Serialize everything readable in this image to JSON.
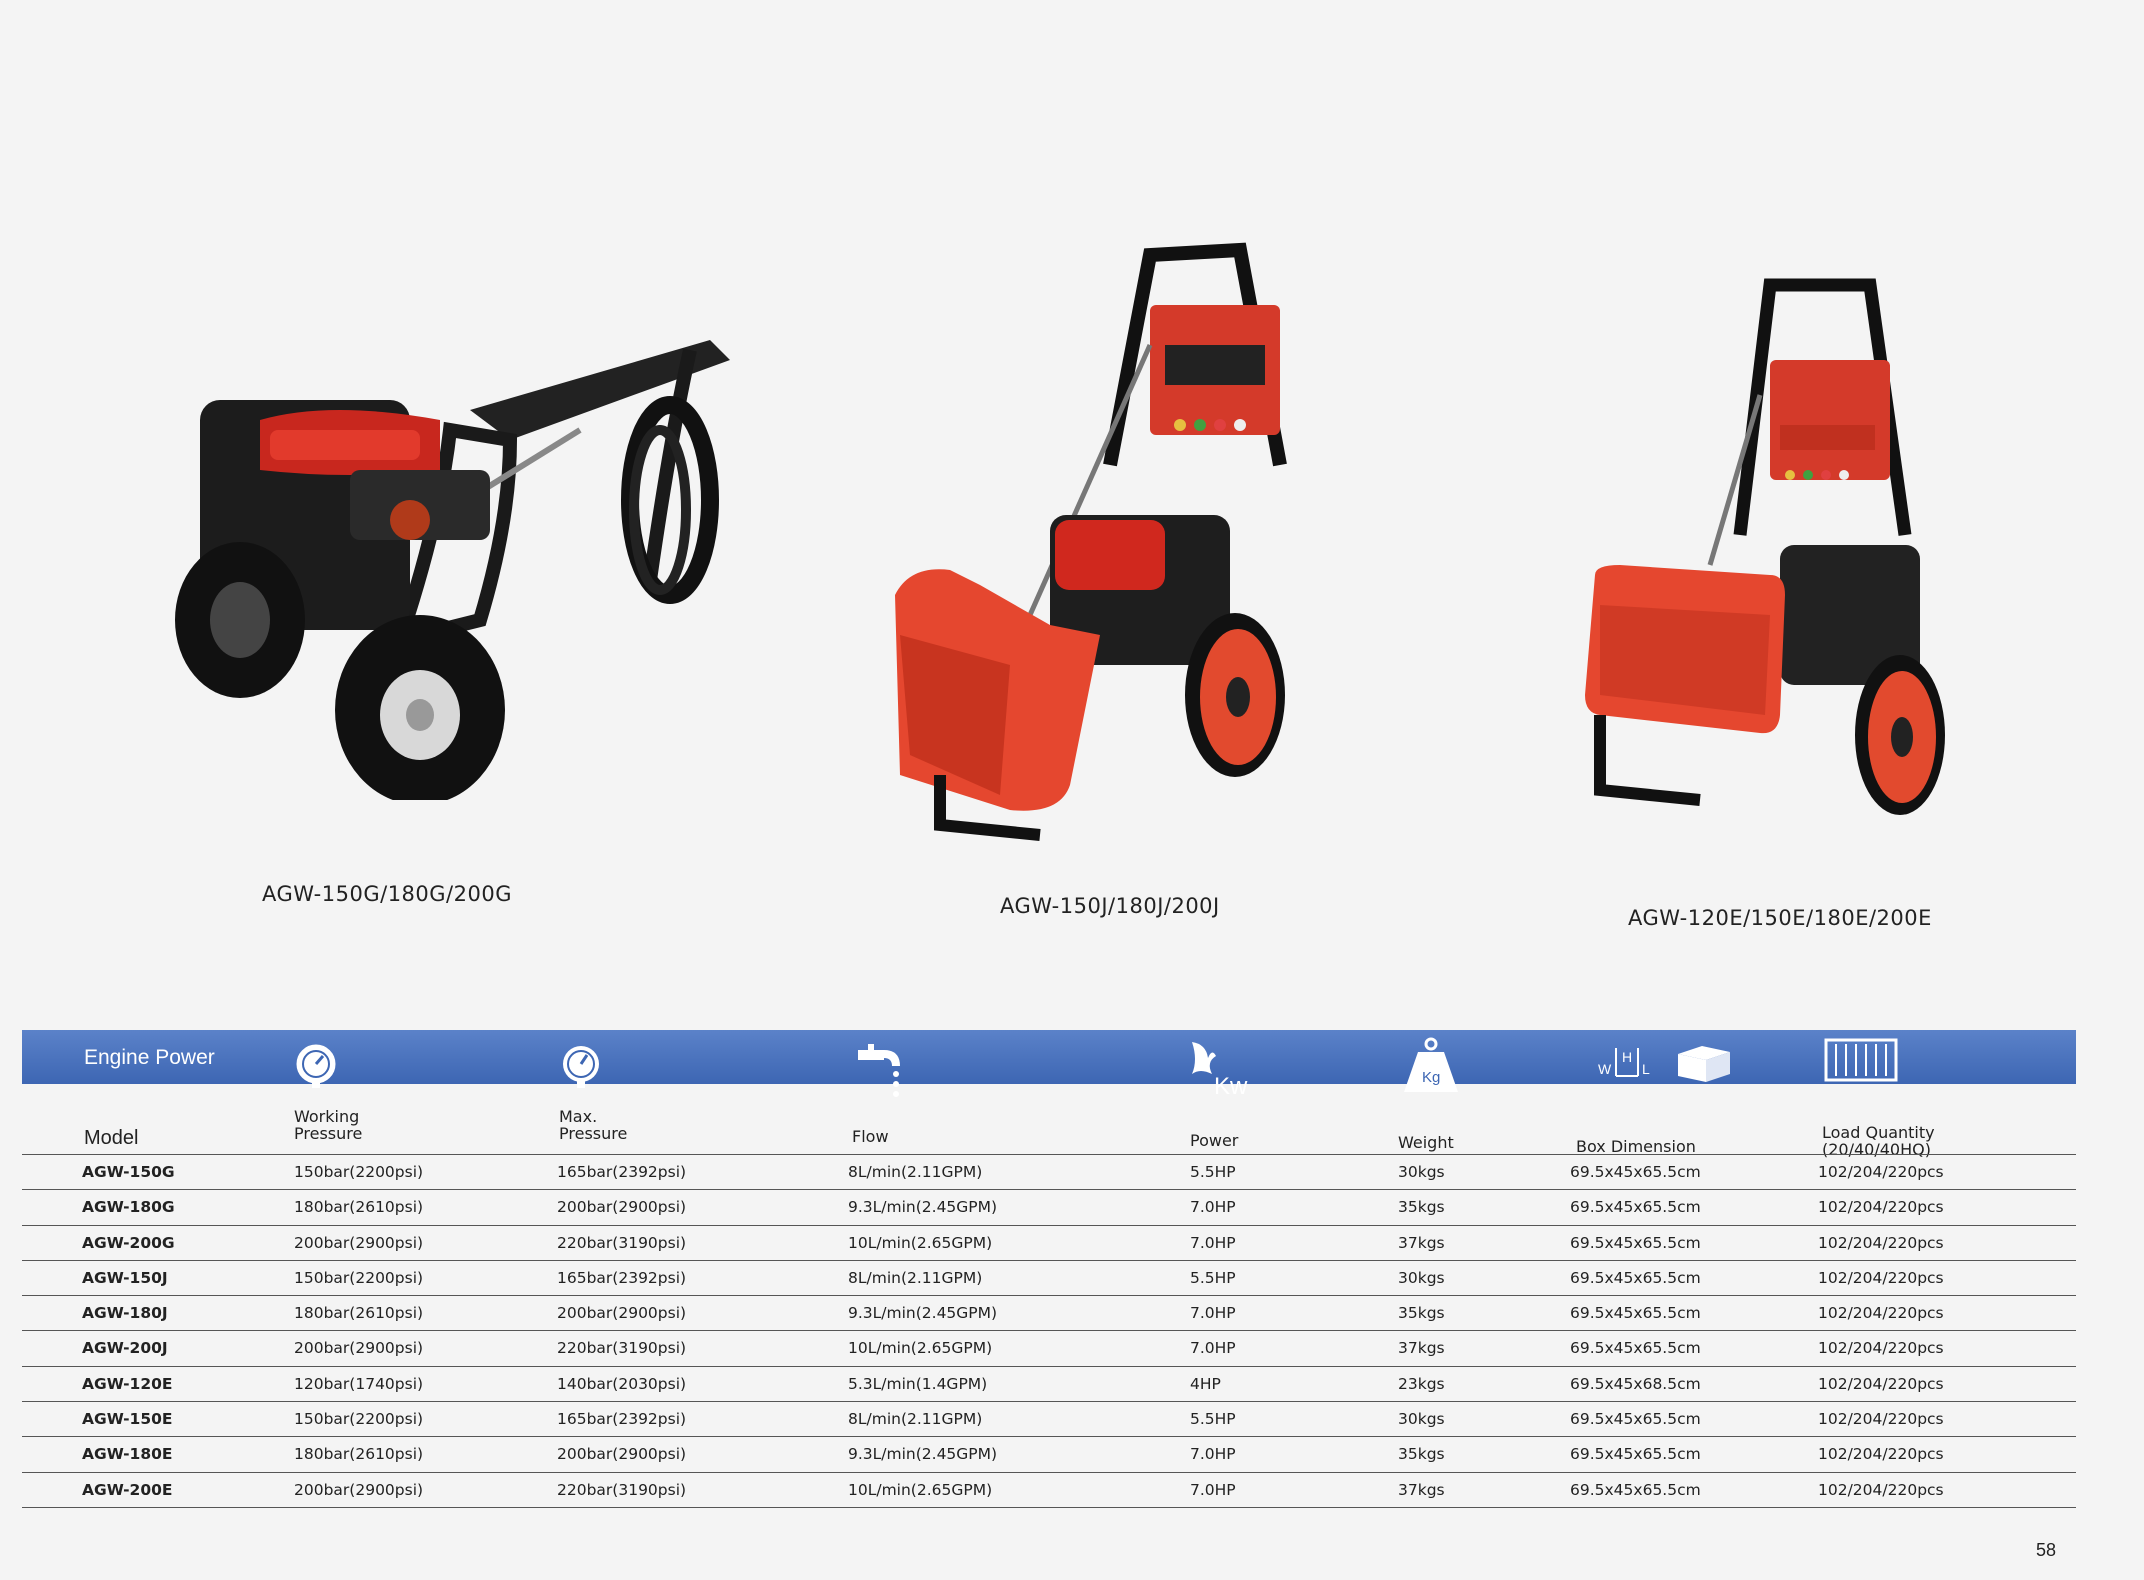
{
  "products": [
    {
      "caption": "AGW-150G/180G/200G"
    },
    {
      "caption": "AGW-150J/180J/200J"
    },
    {
      "caption": "AGW-120E/150E/180E/200E"
    }
  ],
  "table": {
    "band_title": "Engine Power",
    "band_color": "#4a72be",
    "header_icons": [
      "pressure-gauge-icon",
      "pressure-gauge-icon",
      "water-tap-icon",
      "kw-power-icon",
      "weight-icon",
      "box-dimension-icon",
      "container-icon"
    ],
    "power_icon_label": "Kw",
    "weight_icon_label": "Kg",
    "box_icon_labels": {
      "w": "W",
      "h": "H",
      "l": "L"
    },
    "columns": {
      "model": "Model",
      "working_pressure_1": "Working",
      "working_pressure_2": "Pressure",
      "max_pressure_1": "Max.",
      "max_pressure_2": "Pressure",
      "flow": "Flow",
      "power": "Power",
      "weight": "Weight",
      "box_dimension": "Box Dimension",
      "load_quantity_1": "Load Quantity",
      "load_quantity_2": "(20/40/40HQ)"
    },
    "rows": [
      {
        "model": "AGW-150G",
        "working": "150bar(2200psi)",
        "max": "165bar(2392psi)",
        "flow": "8L/min(2.11GPM)",
        "power": "5.5HP",
        "weight": "30kgs",
        "box": "69.5x45x65.5cm",
        "load": "102/204/220pcs"
      },
      {
        "model": "AGW-180G",
        "working": "180bar(2610psi)",
        "max": "200bar(2900psi)",
        "flow": "9.3L/min(2.45GPM)",
        "power": "7.0HP",
        "weight": "35kgs",
        "box": "69.5x45x65.5cm",
        "load": "102/204/220pcs"
      },
      {
        "model": "AGW-200G",
        "working": "200bar(2900psi)",
        "max": "220bar(3190psi)",
        "flow": "10L/min(2.65GPM)",
        "power": "7.0HP",
        "weight": "37kgs",
        "box": "69.5x45x65.5cm",
        "load": "102/204/220pcs"
      },
      {
        "model": "AGW-150J",
        "working": "150bar(2200psi)",
        "max": "165bar(2392psi)",
        "flow": "8L/min(2.11GPM)",
        "power": "5.5HP",
        "weight": "30kgs",
        "box": "69.5x45x65.5cm",
        "load": "102/204/220pcs"
      },
      {
        "model": "AGW-180J",
        "working": "180bar(2610psi)",
        "max": "200bar(2900psi)",
        "flow": "9.3L/min(2.45GPM)",
        "power": "7.0HP",
        "weight": "35kgs",
        "box": "69.5x45x65.5cm",
        "load": "102/204/220pcs"
      },
      {
        "model": "AGW-200J",
        "working": "200bar(2900psi)",
        "max": "220bar(3190psi)",
        "flow": "10L/min(2.65GPM)",
        "power": "7.0HP",
        "weight": "37kgs",
        "box": "69.5x45x65.5cm",
        "load": "102/204/220pcs"
      },
      {
        "model": "AGW-120E",
        "working": "120bar(1740psi)",
        "max": "140bar(2030psi)",
        "flow": "5.3L/min(1.4GPM)",
        "power": "4HP",
        "weight": "23kgs",
        "box": "69.5x45x68.5cm",
        "load": "102/204/220pcs"
      },
      {
        "model": "AGW-150E",
        "working": "150bar(2200psi)",
        "max": "165bar(2392psi)",
        "flow": "8L/min(2.11GPM)",
        "power": "5.5HP",
        "weight": "30kgs",
        "box": "69.5x45x65.5cm",
        "load": "102/204/220pcs"
      },
      {
        "model": "AGW-180E",
        "working": "180bar(2610psi)",
        "max": "200bar(2900psi)",
        "flow": "9.3L/min(2.45GPM)",
        "power": "7.0HP",
        "weight": "35kgs",
        "box": "69.5x45x65.5cm",
        "load": "102/204/220pcs"
      },
      {
        "model": "AGW-200E",
        "working": "200bar(2900psi)",
        "max": "220bar(3190psi)",
        "flow": "10L/min(2.65GPM)",
        "power": "7.0HP",
        "weight": "37kgs",
        "box": "69.5x45x65.5cm",
        "load": "102/204/220pcs"
      }
    ]
  },
  "page_number": "58"
}
